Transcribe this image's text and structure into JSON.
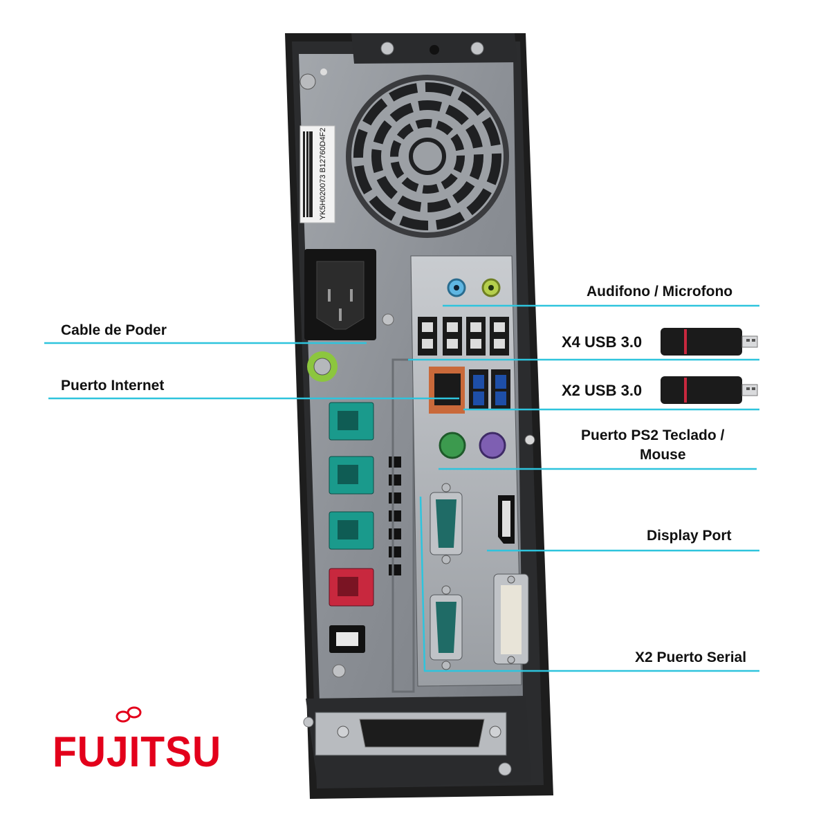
{
  "brand": {
    "name": "FUJITSU",
    "color": "#e3001b"
  },
  "label_printed": "YK5H020073 B12760D4F2",
  "callouts": {
    "audio": "Audifono / Microfono",
    "usb4": "X4 USB 3.0",
    "usb2": "X2 USB 3.0",
    "ps2_line1": "Puerto PS2 Teclado /",
    "ps2_line2": "Mouse",
    "display": "Display Port",
    "serial": "X2 Puerto Serial",
    "power": "Cable de Poder",
    "ethernet": "Puerto Internet"
  },
  "colors": {
    "leader_line": "#2ec4dd",
    "chassis": "#1d1d1d",
    "panel": "#8e9297",
    "usb3_blue": "#1e4fa8",
    "poweredusb_teal": "#1a9a8c",
    "poweredusb_red": "#c8283e",
    "ps2_green": "#3c9a4e",
    "ps2_purple": "#7e5fb2",
    "serial_teal": "#1f6b66"
  },
  "icons": [
    "usb-flash-drive-icon",
    "fujitsu-infinity-icon"
  ]
}
